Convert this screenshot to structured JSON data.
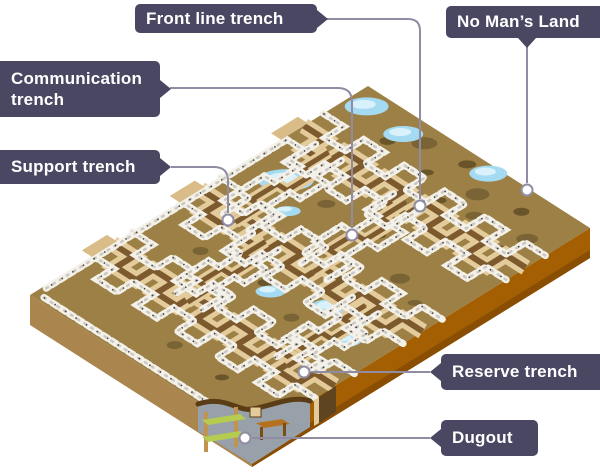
{
  "diagram": {
    "subject": "First World War trench system (isometric cutaway)",
    "labels": {
      "front_line": "Front line trench",
      "no_mans_land": "No Man’s Land",
      "communication": "Communication trench",
      "support": "Support trench",
      "reserve": "Reserve trench",
      "dugout": "Dugout"
    }
  },
  "colors": {
    "background": "#ffffff",
    "label_bg": "#4a4763",
    "label_text": "#ffffff",
    "leader": "#8f8ca4",
    "ground": "#9c8045",
    "crater": "#7a6334",
    "crater_dark": "#6a5429",
    "trench_wall": "#e3cb9b",
    "trench_wall_dark": "#d9bc88",
    "trench_floor": "#7c5a2d",
    "sandbag": "#f3f1ea",
    "sandbag_shadow": "#cdc8bd",
    "sandbag_speck": "#4a453f",
    "puddle": "#a5dbf2",
    "puddle_light": "#d9f1fb",
    "face_left": "#aa854d",
    "face_right": "#a35f02",
    "face_right_dark": "#8a4e03",
    "dugout_bg": "#98a1aa",
    "soil_line": "#5a3d14",
    "bunk_green": "#b5cc51",
    "wood": "#c0934f",
    "table": "#b4721f",
    "table_dark": "#7c4c12",
    "notch_dark": "#5f4420"
  }
}
